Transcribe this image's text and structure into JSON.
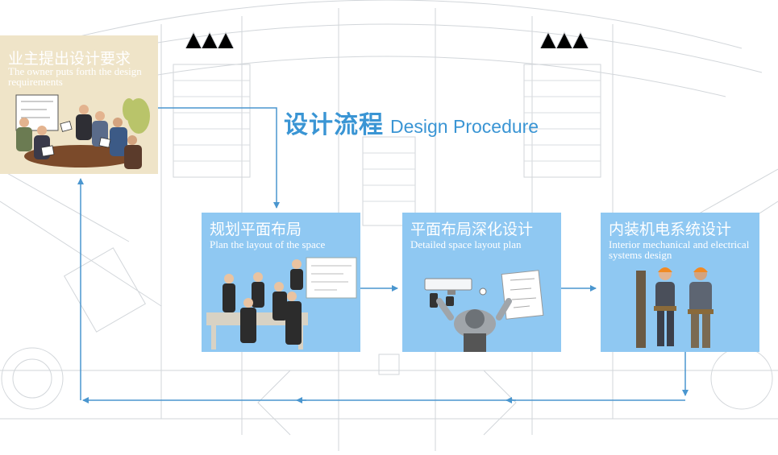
{
  "title": {
    "cn": "设计流程",
    "en": "Design Procedure"
  },
  "steps": [
    {
      "cn": "业主提出设计要求",
      "en": "The owner puts forth the design requirements",
      "art_icon": "meeting-illustration"
    },
    {
      "cn": "规划平面布局",
      "en": "Plan the layout of the space",
      "art_icon": "presentation-illustration"
    },
    {
      "cn": "平面布局深化设计",
      "en": "Detailed space layout plan",
      "art_icon": "designer-desk-illustration"
    },
    {
      "cn": "内装机电系统设计",
      "en": "Interior mechanical and electrical systems design",
      "art_icon": "workers-illustration"
    }
  ],
  "colors": {
    "accent": "#3a95d4",
    "card": "#8fc8f2",
    "owner_card": "#efe4c8",
    "arrow": "#4a96cf",
    "blueprint": "#c9ced3"
  }
}
